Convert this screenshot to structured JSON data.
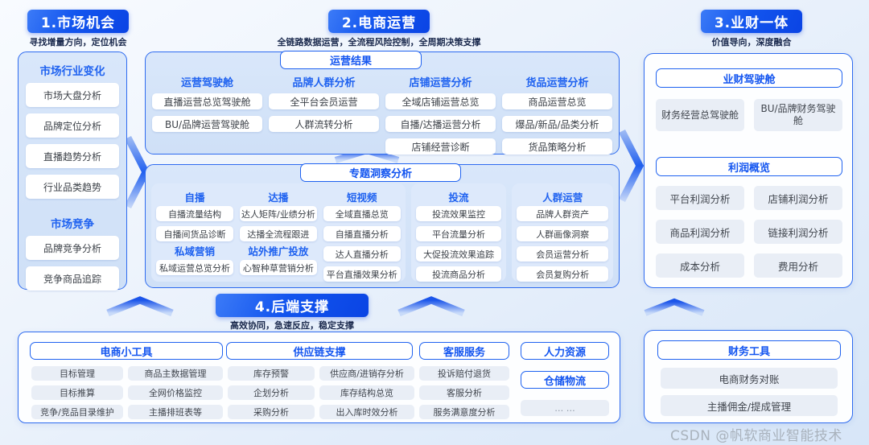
{
  "colors": {
    "primary_blue": "#0d47e8",
    "border_blue": "#2e6bf0",
    "panel_fill": "#cfe1f8",
    "subpanel_fill": "#dde9fb",
    "heading_blue": "#1f62f0",
    "cell_gray": "#e9eef6",
    "text_dark": "#3c4148",
    "watermark_gray": "#a9b2bc"
  },
  "market": {
    "button": "1.市场机会",
    "subtitle": "寻找增量方向，定位机会",
    "group1": {
      "title": "市场行业变化",
      "items": [
        "市场大盘分析",
        "品牌定位分析",
        "直播趋势分析",
        "行业品类趋势"
      ]
    },
    "group2": {
      "title": "市场竞争",
      "items": [
        "品牌竞争分析",
        "竞争商品追踪"
      ]
    }
  },
  "ecom": {
    "button": "2.电商运营",
    "subtitle": "全链路数据运营，全流程风险控制，全周期决策支撑",
    "results": {
      "badge": "运营结果",
      "columns": [
        {
          "title": "运营驾驶舱",
          "items": [
            "直播运营总览驾驶舱",
            "BU/品牌运营驾驶舱"
          ]
        },
        {
          "title": "品牌人群分析",
          "items": [
            "全平台会员运营",
            "人群流转分析"
          ]
        },
        {
          "title": "店铺运营分析",
          "items": [
            "全域店铺运营总览",
            "自播/达播运营分析",
            "店铺经营诊断"
          ]
        },
        {
          "title": "货品运营分析",
          "items": [
            "商品运营总览",
            "爆品/新品/品类分析",
            "货品策略分析"
          ]
        }
      ]
    },
    "insight": {
      "badge": "专题洞察分析",
      "colA1": {
        "title": "自播",
        "items": [
          "自播流量结构",
          "自播间货品诊断"
        ],
        "title2": "私域营销",
        "items2": [
          "私域运营总览分析"
        ]
      },
      "colA2": {
        "title": "达播",
        "items": [
          "达人矩阵/业绩分析",
          "达播全流程跟进"
        ],
        "title2": "站外推广投放",
        "items2": [
          "心智种草营销分析"
        ]
      },
      "colA3": {
        "title": "短视频",
        "items": [
          "全域直播总览",
          "自播直播分析",
          "达人直播分析",
          "平台直播效果分析"
        ]
      },
      "colB": {
        "title": "投流",
        "items": [
          "投流效果监控",
          "平台流量分析",
          "大促投流效果追踪",
          "投流商品分析"
        ]
      },
      "colC": {
        "title": "人群运营",
        "items": [
          "品牌人群资产",
          "人群画像洞察",
          "会员运营分析",
          "会员复购分析"
        ]
      }
    }
  },
  "finance": {
    "button": "3.业财一体",
    "subtitle": "价值导向，深度融合",
    "cockpit": {
      "title": "业财驾驶舱",
      "items": [
        "财务经营总驾驶舱",
        "BU/品牌财务驾驶舱"
      ]
    },
    "profit": {
      "title": "利润概览",
      "items": [
        "平台利润分析",
        "店铺利润分析",
        "商品利润分析",
        "链接利润分析",
        "成本分析",
        "费用分析"
      ]
    }
  },
  "backend": {
    "button": "4.后端支撑",
    "subtitle": "高效协同，急速反应，稳定支撑",
    "tools": {
      "title": "电商小工具",
      "col1": [
        "目标管理",
        "目标推算",
        "竞争/竞品目录维护"
      ],
      "col2": [
        "商品主数据管理",
        "全网价格监控",
        "主播排班表等"
      ]
    },
    "supply": {
      "title": "供应链支撑",
      "col1": [
        "库存预警",
        "企划分析",
        "采购分析"
      ],
      "col2": [
        "供应商/进销存分析",
        "库存结构总览",
        "出入库时效分析"
      ]
    },
    "service": {
      "title": "客服服务",
      "items": [
        "投诉赔付退货",
        "客服分析",
        "服务满意度分析"
      ]
    },
    "hr_title": "人力资源",
    "warehouse_title": "仓储物流",
    "dots": "… …"
  },
  "finance_tools": {
    "title": "财务工具",
    "items": [
      "电商财务对账",
      "主播佣金/提成管理"
    ]
  },
  "watermark": "CSDN @帆软商业智能技术"
}
